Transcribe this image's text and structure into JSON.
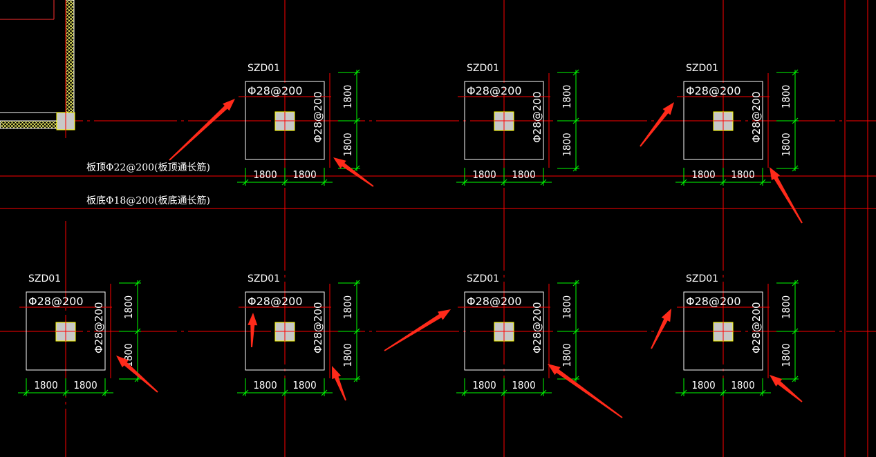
{
  "drawing": {
    "colors": {
      "background": "#000000",
      "axis": "#ff0000",
      "dimension": "#00ff00",
      "outline": "#ffffff",
      "column_fill": "#c8c8c8",
      "column_edge": "#ffff00",
      "arrow": "#ff2a1a",
      "wall_hatch": "#ffff66"
    },
    "notes": {
      "top_rebar": "板顶Φ22@200(板顶通长筋)",
      "bottom_rebar": "板底Φ18@200(板底通长筋)"
    },
    "caps": [
      {
        "name": "SZD01",
        "rebar_h": "Φ28@200",
        "rebar_v": "Φ28@200",
        "dim_left": "1800",
        "dim_right": "1800",
        "dim_top": "1800",
        "dim_bottom": "1800"
      },
      {
        "name": "SZD01",
        "rebar_h": "Φ28@200",
        "rebar_v": "Φ28@200",
        "dim_left": "1800",
        "dim_right": "1800",
        "dim_top": "1800",
        "dim_bottom": "1800"
      },
      {
        "name": "SZD01",
        "rebar_h": "Φ28@200",
        "rebar_v": "Φ28@200",
        "dim_left": "1800",
        "dim_right": "1800",
        "dim_top": "1800",
        "dim_bottom": "1800"
      },
      {
        "name": "SZD01",
        "rebar_h": "Φ28@200",
        "rebar_v": "Φ28@200",
        "dim_left": "1800",
        "dim_right": "1800",
        "dim_top": "1800",
        "dim_bottom": "1800"
      },
      {
        "name": "SZD01",
        "rebar_h": "Φ28@200",
        "rebar_v": "Φ28@200",
        "dim_left": "1800",
        "dim_right": "1800",
        "dim_top": "1800",
        "dim_bottom": "1800"
      },
      {
        "name": "SZD01",
        "rebar_h": "Φ28@200",
        "rebar_v": "Φ28@200",
        "dim_left": "1800",
        "dim_right": "1800",
        "dim_top": "1800",
        "dim_bottom": "1800"
      },
      {
        "name": "SZD01",
        "rebar_h": "Φ28@200",
        "rebar_v": "Φ28@200",
        "dim_left": "1800",
        "dim_right": "1800",
        "dim_top": "1800",
        "dim_bottom": "1800"
      }
    ]
  }
}
